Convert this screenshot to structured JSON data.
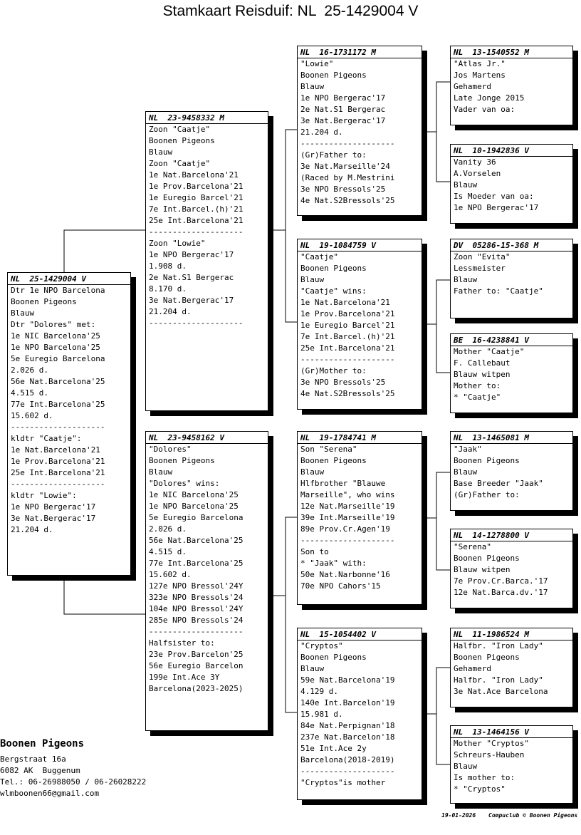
{
  "title": "Stamkaart Reisduif: NL  25-1429004 V",
  "cards": {
    "subject": {
      "header": "NL  25-1429004 V",
      "lines": [
        "Dtr 1e NPO Barcelona",
        "Boonen Pigeons",
        "Blauw",
        "Dtr \"Dolores\" met:",
        "1e NIC Barcelona'25",
        "1e NPO Barcelona'25",
        "5e Euregio Barcelona",
        "2.026 d.",
        "56e Nat.Barcelona'25",
        "4.515 d.",
        "77e Int.Barcelona'25",
        "15.602 d.",
        "--------------------",
        "kldtr \"Caatje\":",
        "1e Nat.Barcelona'21",
        "1e Prov.Barcelona'21",
        "25e Int.Barcelona'21",
        "--------------------",
        "kldtr \"Lowie\":",
        "1e NPO Bergerac'17",
        "3e Nat.Bergerac'17",
        "21.204 d."
      ]
    },
    "father": {
      "header": "NL  23-9458332 M",
      "lines": [
        "Zoon \"Caatje\"",
        "Boonen Pigeons",
        "Blauw",
        "Zoon \"Caatje\"",
        "1e Nat.Barcelona'21",
        "1e Prov.Barcelona'21",
        "1e Euregio Barcel'21",
        "7e Int.Barcel.(h)'21",
        "25e Int.Barcelona'21",
        "--------------------",
        "Zoon \"Lowie\"",
        "1e NPO Bergerac'17",
        "1.908 d.",
        "2e Nat.S1 Bergerac",
        "8.170 d.",
        "3e Nat.Bergerac'17",
        "21.204 d.",
        "--------------------"
      ]
    },
    "mother": {
      "header": "NL  23-9458162 V",
      "lines": [
        "\"Dolores\"",
        "Boonen Pigeons",
        "Blauw",
        "\"Dolores\" wins:",
        "1e NIC Barcelona'25",
        "1e NPO Barcelona'25",
        "5e Euregio Barcelona",
        "2.026 d.",
        "56e Nat.Barcelona'25",
        "4.515 d.",
        "77e Int.Barcelona'25",
        "15.602 d.",
        "127e NPO Bressol'24Y",
        "323e NPO Bressols'24",
        "104e NPO Bressol'24Y",
        "285e NPO Bressols'24",
        "--------------------",
        "Halfsister to:",
        "23e Prov.Barcelon'25",
        "56e Euregio Barcelon",
        "199e Int.Ace 3Y",
        "Barcelona(2023-2025)"
      ]
    },
    "ff": {
      "header": "NL  16-1731172 M",
      "lines": [
        "\"Lowie\"",
        "Boonen Pigeons",
        "Blauw",
        "1e NPO Bergerac'17",
        "2e Nat.S1 Bergerac",
        "3e Nat.Bergerac'17",
        "21.204 d.",
        "--------------------",
        "(Gr)Father to:",
        "3e Nat.Marseille'24",
        "(Raced by M.Mestrini",
        "3e NPO Bressols'25",
        "4e Nat.S2Bressols'25"
      ]
    },
    "fm": {
      "header": "NL  19-1084759 V",
      "lines": [
        "\"Caatje\"",
        "Boonen Pigeons",
        "Blauw",
        "\"Caatje\" wins:",
        "1e Nat.Barcelona'21",
        "1e Prov.Barcelona'21",
        "1e Euregio Barcel'21",
        "7e Int.Barcel.(h)'21",
        "25e Int.Barcelona'21",
        "--------------------",
        "(Gr)Mother to:",
        "3e NPO Bressols'25",
        "4e Nat.S2Bressols'25"
      ]
    },
    "mf": {
      "header": "NL  19-1784741 M",
      "lines": [
        "Son \"Serena\"",
        "Boonen Pigeons",
        "Blauw",
        "Hlfbrother \"Blauwe",
        "Marseille\", who wins",
        "12e Nat.Marseille'19",
        "39e Int.Marseille'19",
        "89e Prov.Cr.Agen'19",
        "--------------------",
        "Son to",
        "* \"Jaak\" with:",
        "50e Nat.Narbonne'16",
        "70e NPO Cahors'15"
      ]
    },
    "mm": {
      "header": "NL  15-1054402 V",
      "lines": [
        "\"Cryptos\"",
        "Boonen Pigeons",
        "Blauw",
        "59e Nat.Barcelona'19",
        "4.129 d.",
        "140e Int.Barcelon'19",
        "15.981 d.",
        "84e Nat.Perpignan'18",
        "237e Nat.Barcelon'18",
        "51e Int.Ace 2y",
        "Barcelona(2018-2019)",
        "--------------------",
        "\"Cryptos\"is mother"
      ]
    },
    "fff": {
      "header": "NL  13-1540552 M",
      "lines": [
        "\"Atlas Jr.\"",
        "Jos Martens",
        "Gehamerd",
        "Late Jonge 2015",
        "Vader van oa:"
      ]
    },
    "ffm": {
      "header": "NL  10-1942836 V",
      "lines": [
        "Vanity 36",
        "A.Vorselen",
        "Blauw",
        "Is Moeder van oa:",
        "1e NPO Bergerac'17"
      ]
    },
    "fmf": {
      "header": "DV  05286-15-368 M",
      "lines": [
        "Zoon \"Evita\"",
        "Lessmeister",
        "Blauw",
        "Father to: \"Caatje\""
      ]
    },
    "fmm": {
      "header": "BE  16-4238841 V",
      "lines": [
        "Mother \"Caatje\"",
        "F. Callebaut",
        "Blauw witpen",
        "Mother to:",
        "* \"Caatje\""
      ]
    },
    "mff": {
      "header": "NL  13-1465081 M",
      "lines": [
        "\"Jaak\"",
        "Boonen Pigeons",
        "Blauw",
        "Base Breeder \"Jaak\"",
        "(Gr)Father to:"
      ]
    },
    "mfm": {
      "header": "NL  14-1278800 V",
      "lines": [
        "\"Serena\"",
        "Boonen Pigeons",
        "Blauw witpen",
        "7e Prov.Cr.Barca.'17",
        "12e Nat.Barca.dv.'17"
      ]
    },
    "mmf": {
      "header": "NL  11-1986524 M",
      "lines": [
        "Halfbr. \"Iron Lady\"",
        "Boonen Pigeons",
        "Gehamerd",
        "Halfbr. \"Iron Lady\"",
        "3e Nat.Ace Barcelona"
      ]
    },
    "mmm": {
      "header": "NL  13-1464156 V",
      "lines": [
        "Mother \"Cryptos\"",
        "Schreurs-Hauben",
        "Blauw",
        "Is mother to:",
        "* \"Cryptos\""
      ]
    }
  },
  "breeder": {
    "name": "Boonen Pigeons",
    "street": "Bergstraat 16a",
    "city": "6082 AK  Buggenum",
    "phone": "Tel.: 06-26988050 / 06-26028222",
    "email": "wlmboonen66@gmail.com"
  },
  "footer": {
    "date": "19-01-2026",
    "copyright": "Compuclub © Boonen Pigeons"
  }
}
